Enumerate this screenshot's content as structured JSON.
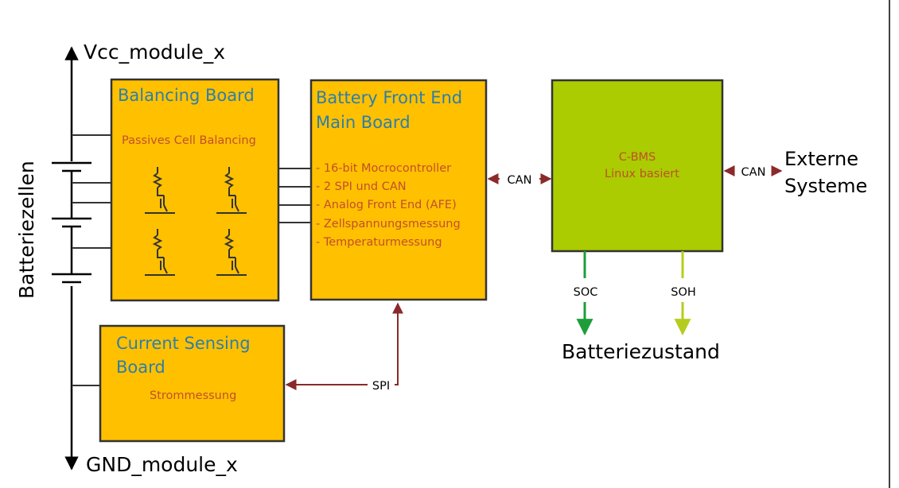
{
  "rails": {
    "vcc": "Vcc_module_x",
    "gnd": "GND_module_x",
    "cells": "Batteriezellen"
  },
  "balancing_board": {
    "title": "Balancing Board",
    "subtitle": "Passives Cell Balancing"
  },
  "bfe_board": {
    "title_line1": "Battery Front End",
    "title_line2": "Main Board",
    "features": [
      "- 16-bit Mocrocontroller",
      "- 2 SPI und CAN",
      "- Analog Front End (AFE)",
      "- Zellspannungsmessung",
      "- Temperaturmessung"
    ]
  },
  "current_board": {
    "title_line1": "Current Sensing",
    "title_line2": "Board",
    "subtitle": "Strommessung"
  },
  "cbms": {
    "line1": "C-BMS",
    "line2": "Linux basiert"
  },
  "links": {
    "can1": "CAN",
    "can2": "CAN",
    "spi": "SPI",
    "soc": "SOC",
    "soh": "SOH"
  },
  "external": {
    "line1": "Externe",
    "line2": "Systeme"
  },
  "battery_state": "Batteriezustand",
  "colors": {
    "board_fill": "#FFC000",
    "cbms_fill": "#AACC00",
    "title_text": "#2E7EA8",
    "inner_text": "#C0502A",
    "arrow_dark_red": "#8B2A2A",
    "soc_green": "#1E9E3A",
    "soh_lime": "#B5CC1E"
  }
}
